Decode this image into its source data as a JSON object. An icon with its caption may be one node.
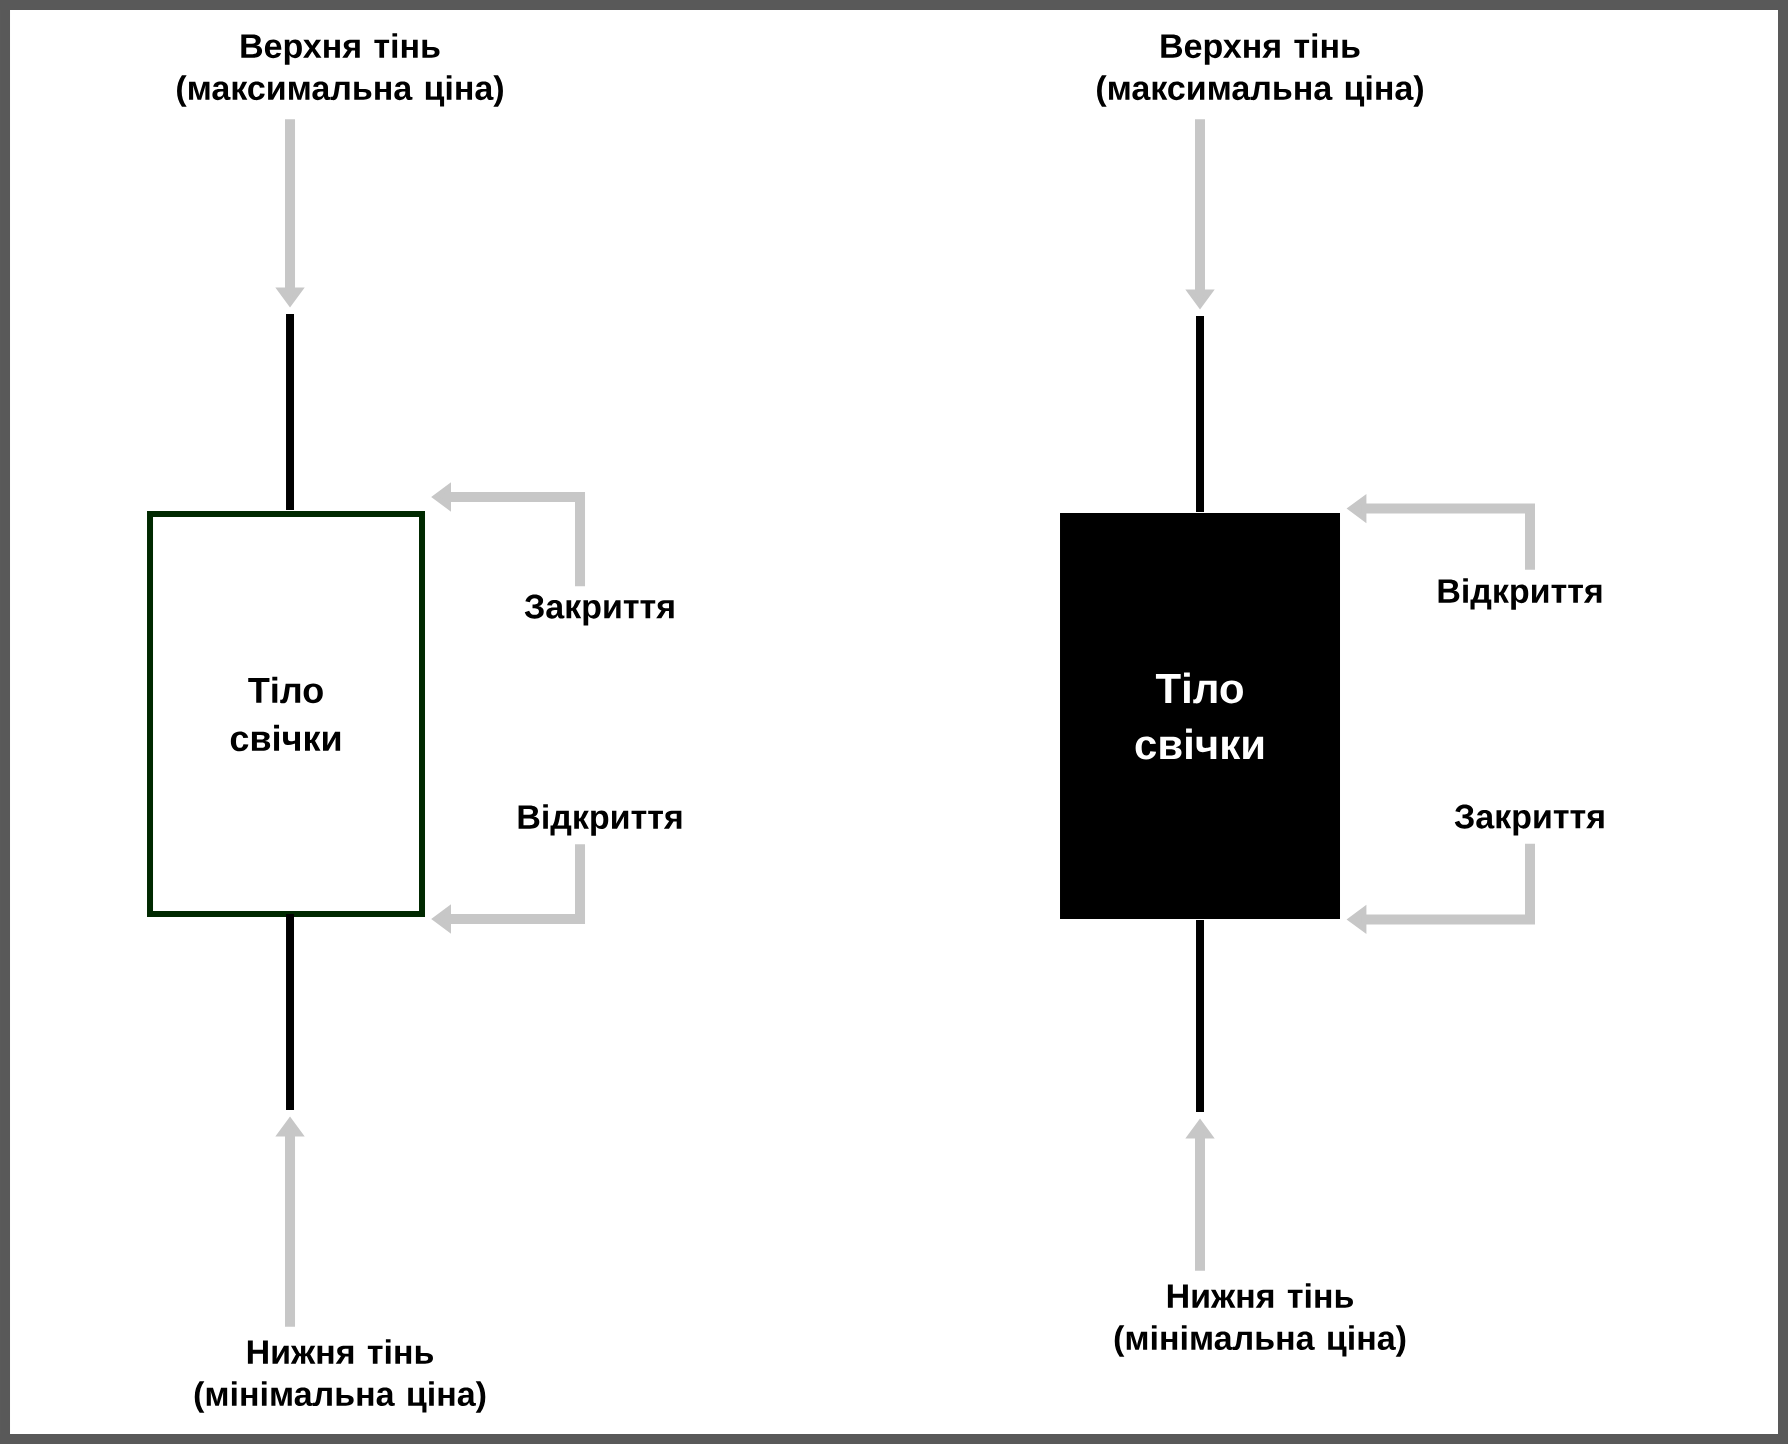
{
  "diagram": {
    "nodes": [
      {
        "text": [
          "Верхня тінь (максимальна ціна)"
        ]
      },
      {
        "text": [],
        "shape": "bar"
      },
      {
        "text": [
          "Тіло свічки"
        ]
      },
      {
        "text": [],
        "shape": "bar"
      },
      {
        "text": [
          "Нижня тінь (мінімальна ціна)"
        ]
      },
      {
        "text": [
          "Закриття"
        ]
      },
      {
        "text": [
          "Відкриття"
        ]
      },
      {
        "text": [
          "Верхня тінь (максимальна ціна)"
        ]
      },
      {
        "text": [],
        "shape": "bar"
      },
      {
        "text": [
          "Тіло свічки"
        ]
      },
      {
        "text": [],
        "shape": "bar"
      },
      {
        "text": [
          "Нижня тінь (мінімальна ціна)"
        ]
      },
      {
        "text": [
          "Відкриття"
        ]
      },
      {
        "text": [
          "Закриття"
        ]
      }
    ],
    "edges": [
      {
        "from": 0,
        "to": 1,
        "arrow": "to"
      },
      {
        "from": 4,
        "to": 3,
        "arrow": "to"
      },
      {
        "from": 5,
        "to": 2,
        "arrow": "to"
      },
      {
        "from": 6,
        "to": 2,
        "arrow": "to"
      },
      {
        "from": 7,
        "to": 8,
        "arrow": "to"
      },
      {
        "from": 11,
        "to": 10,
        "arrow": "to"
      },
      {
        "from": 12,
        "to": 9,
        "arrow": "to"
      },
      {
        "from": 13,
        "to": 9,
        "arrow": "to"
      }
    ]
  }
}
